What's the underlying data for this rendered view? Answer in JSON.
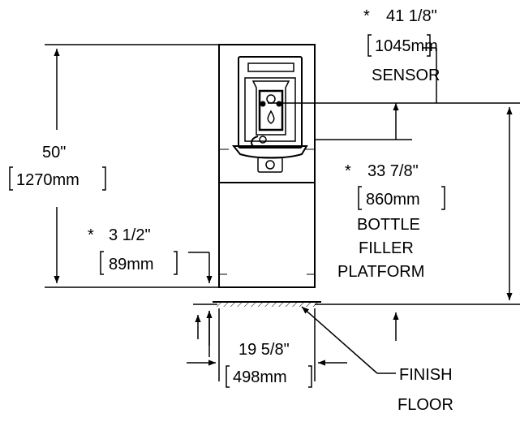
{
  "labels": {
    "sensor": {
      "star": "*",
      "imperial": "41 1/8\"",
      "metric": "1045mm",
      "name": "SENSOR"
    },
    "overall": {
      "imperial": "50\"",
      "metric": "1270mm"
    },
    "platform": {
      "star": "*",
      "imperial": "33 7/8\"",
      "metric": "860mm",
      "name_line1": "BOTTLE",
      "name_line2": "FILLER",
      "name_line3": "PLATFORM"
    },
    "base": {
      "star": "*",
      "imperial": "3 1/2\"",
      "metric": "89mm"
    },
    "width": {
      "imperial": "19 5/8\"",
      "metric": "498mm"
    },
    "floor": {
      "line1": "FINISH",
      "line2": "FLOOR"
    }
  },
  "colors": {
    "line": "#000000",
    "background": "#ffffff"
  }
}
